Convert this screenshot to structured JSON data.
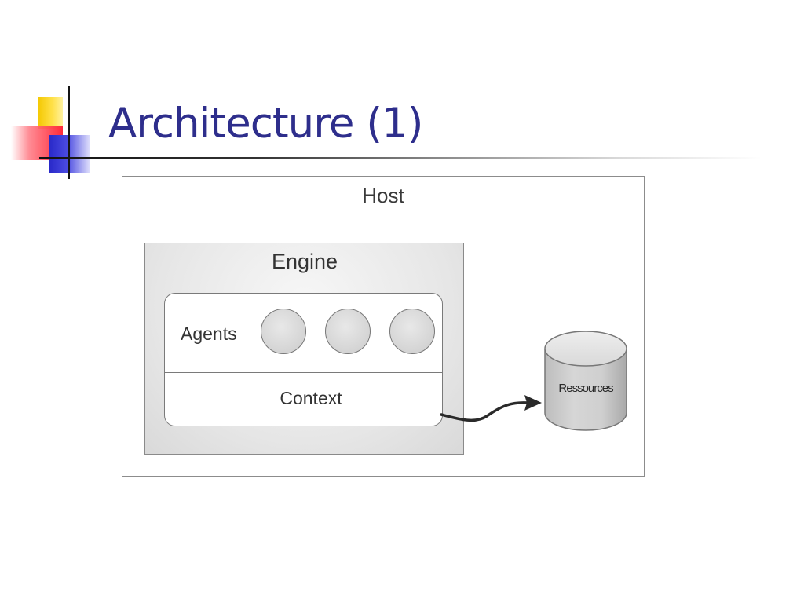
{
  "slide": {
    "title": "Architecture (1)"
  },
  "diagram": {
    "host_label": "Host",
    "engine_label": "Engine",
    "agents_label": "Agents",
    "context_label": "Context",
    "resources_label": "Ressources"
  },
  "colors": {
    "title": "#2e2e8c",
    "box_border": "#8c8c8c",
    "engine_fill": "#e6e6e6",
    "agent_fill": "#d4d4d4",
    "deco_yellow": "#f4c800",
    "deco_red": "#ff2a3a",
    "deco_blue": "#2828c8"
  }
}
